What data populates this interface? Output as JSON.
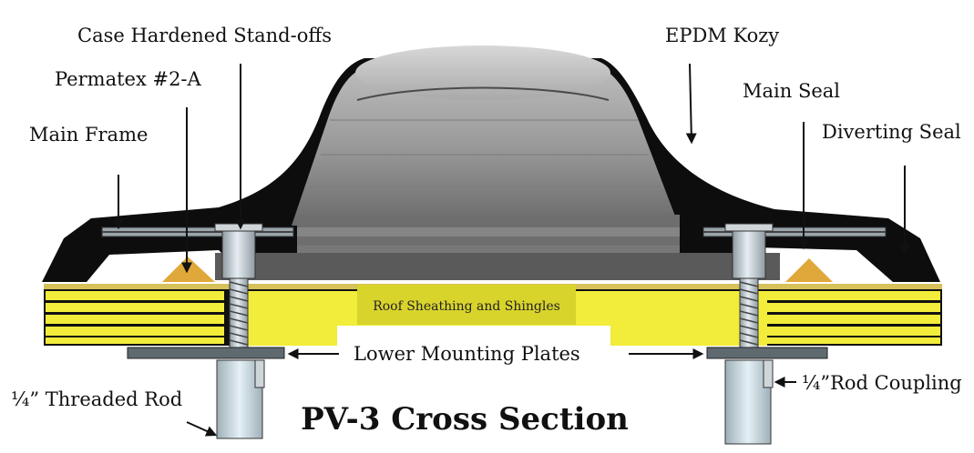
{
  "diagram": {
    "title": "PV-3 Cross Section",
    "labels": {
      "standoffs": "Case Hardened Stand-offs",
      "epdm": "EPDM Kozy",
      "permatex": "Permatex #2-A",
      "main_seal": "Main Seal",
      "main_frame": "Main Frame",
      "diverting_seal": "Diverting Seal",
      "roof": "Roof Sheathing and Shingles",
      "plates": "Lower Mounting Plates",
      "threaded_rod": "¼” Threaded Rod",
      "rod_coupling": "¼”Rod Coupling"
    },
    "colors": {
      "shingle_yellow": "#f2ec3a",
      "roof_label_bg": "#d9d42c",
      "sealant_gold": "#e0a83a",
      "frame_black": "#0d0d0d",
      "steel": "#b8c4cc"
    }
  }
}
